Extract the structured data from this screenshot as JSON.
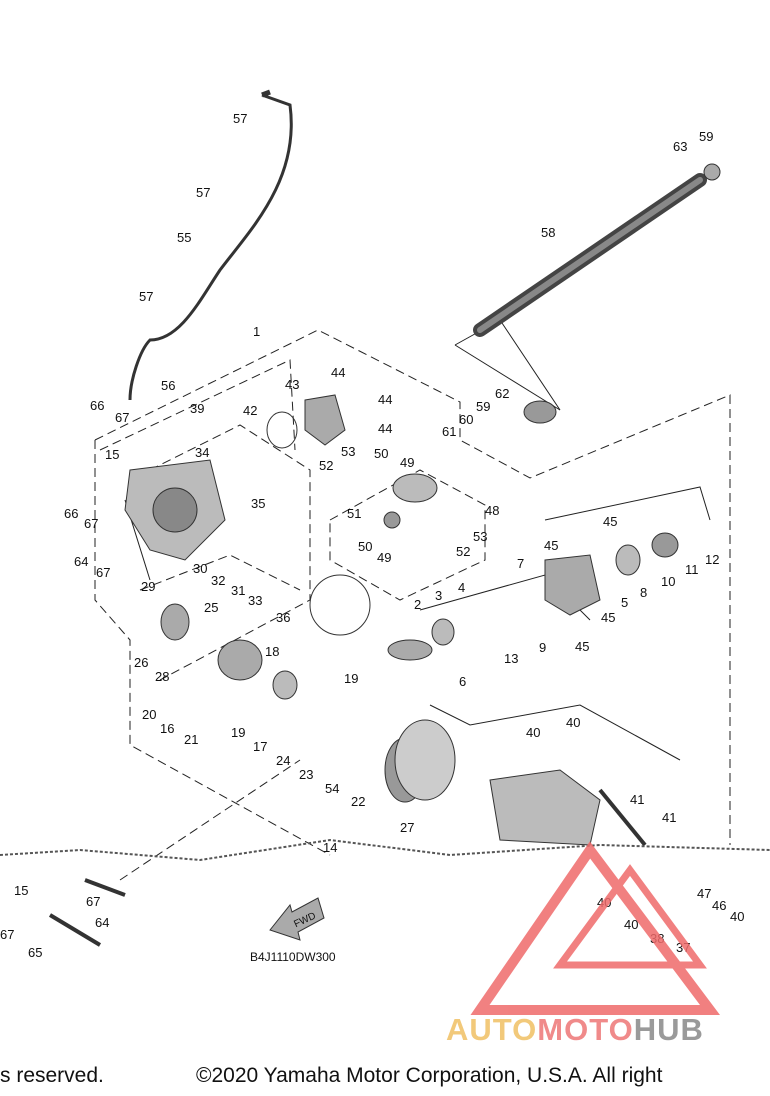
{
  "diagram": {
    "part_code": "B4J1110DW300",
    "fwd_label": "FWD",
    "callouts": [
      "57",
      "57",
      "55",
      "57",
      "56",
      "39",
      "66",
      "67",
      "15",
      "66",
      "67",
      "64",
      "67",
      "29",
      "1",
      "43",
      "44",
      "44",
      "44",
      "42",
      "34",
      "35",
      "30",
      "32",
      "31",
      "33",
      "36",
      "50",
      "49",
      "53",
      "52",
      "51",
      "50",
      "49",
      "48",
      "52",
      "53",
      "62",
      "59",
      "60",
      "61",
      "58",
      "63",
      "59",
      "45",
      "45",
      "7",
      "10",
      "11",
      "12",
      "2",
      "3",
      "4",
      "13",
      "9",
      "8",
      "5",
      "45",
      "45",
      "25",
      "26",
      "28",
      "18",
      "19",
      "20",
      "16",
      "21",
      "19",
      "17",
      "24",
      "23",
      "54",
      "22",
      "6",
      "40",
      "40",
      "27",
      "41",
      "41",
      "14",
      "15",
      "67",
      "64",
      "67",
      "65",
      "40",
      "40",
      "47",
      "46",
      "40",
      "38",
      "37"
    ]
  },
  "footer": {
    "copyright_left": "s reserved.",
    "copyright_main": "©2020 Yamaha Motor Corporation, U.S.A. All right"
  },
  "watermark": {
    "auto": "AUTO",
    "moto": "MOTO",
    "hub": "HUB",
    "colors": {
      "auto": "#f2c97a",
      "moto": "#f08a8a",
      "hub": "#9a9a9a",
      "triangle": "#ef6b6b"
    }
  }
}
